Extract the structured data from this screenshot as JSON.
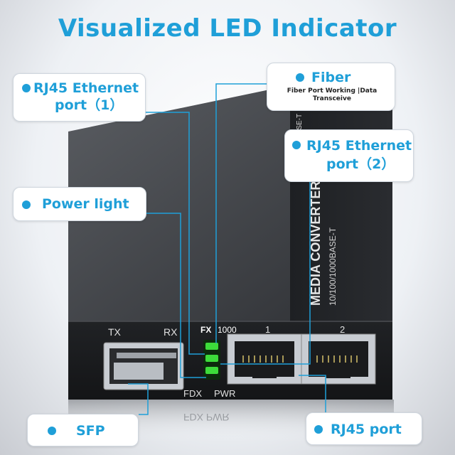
{
  "title": "Visualized LED Indicator",
  "colors": {
    "accent": "#1f9fd8",
    "led_green": "#3ddc3a"
  },
  "callouts": {
    "rj45_port_1": {
      "line1": "RJ45 Ethernet",
      "line2": "port（1）"
    },
    "fiber": {
      "label": "Fiber",
      "description": "Fiber Port Working |Data Transceive"
    },
    "rj45_port_2": {
      "line1": "RJ45 Ethernet",
      "line2": "port（2）"
    },
    "power_light": {
      "label": "Power light"
    },
    "sfp": {
      "label": "SFP"
    },
    "rj45_port": {
      "label": "RJ45 port"
    }
  },
  "device": {
    "side_text_main": "MEDIA CONVERTER",
    "side_text_sub": "10/100/1000BASE-T",
    "top_label_fragment": "BASE-T",
    "port_labels": {
      "tx": "TX",
      "rx": "RX",
      "fx": "FX",
      "speed": "1000",
      "port1": "1",
      "port2": "2",
      "fdx": "FDX",
      "pwr": "PWR"
    },
    "reflection_text": "FDX PWR"
  }
}
